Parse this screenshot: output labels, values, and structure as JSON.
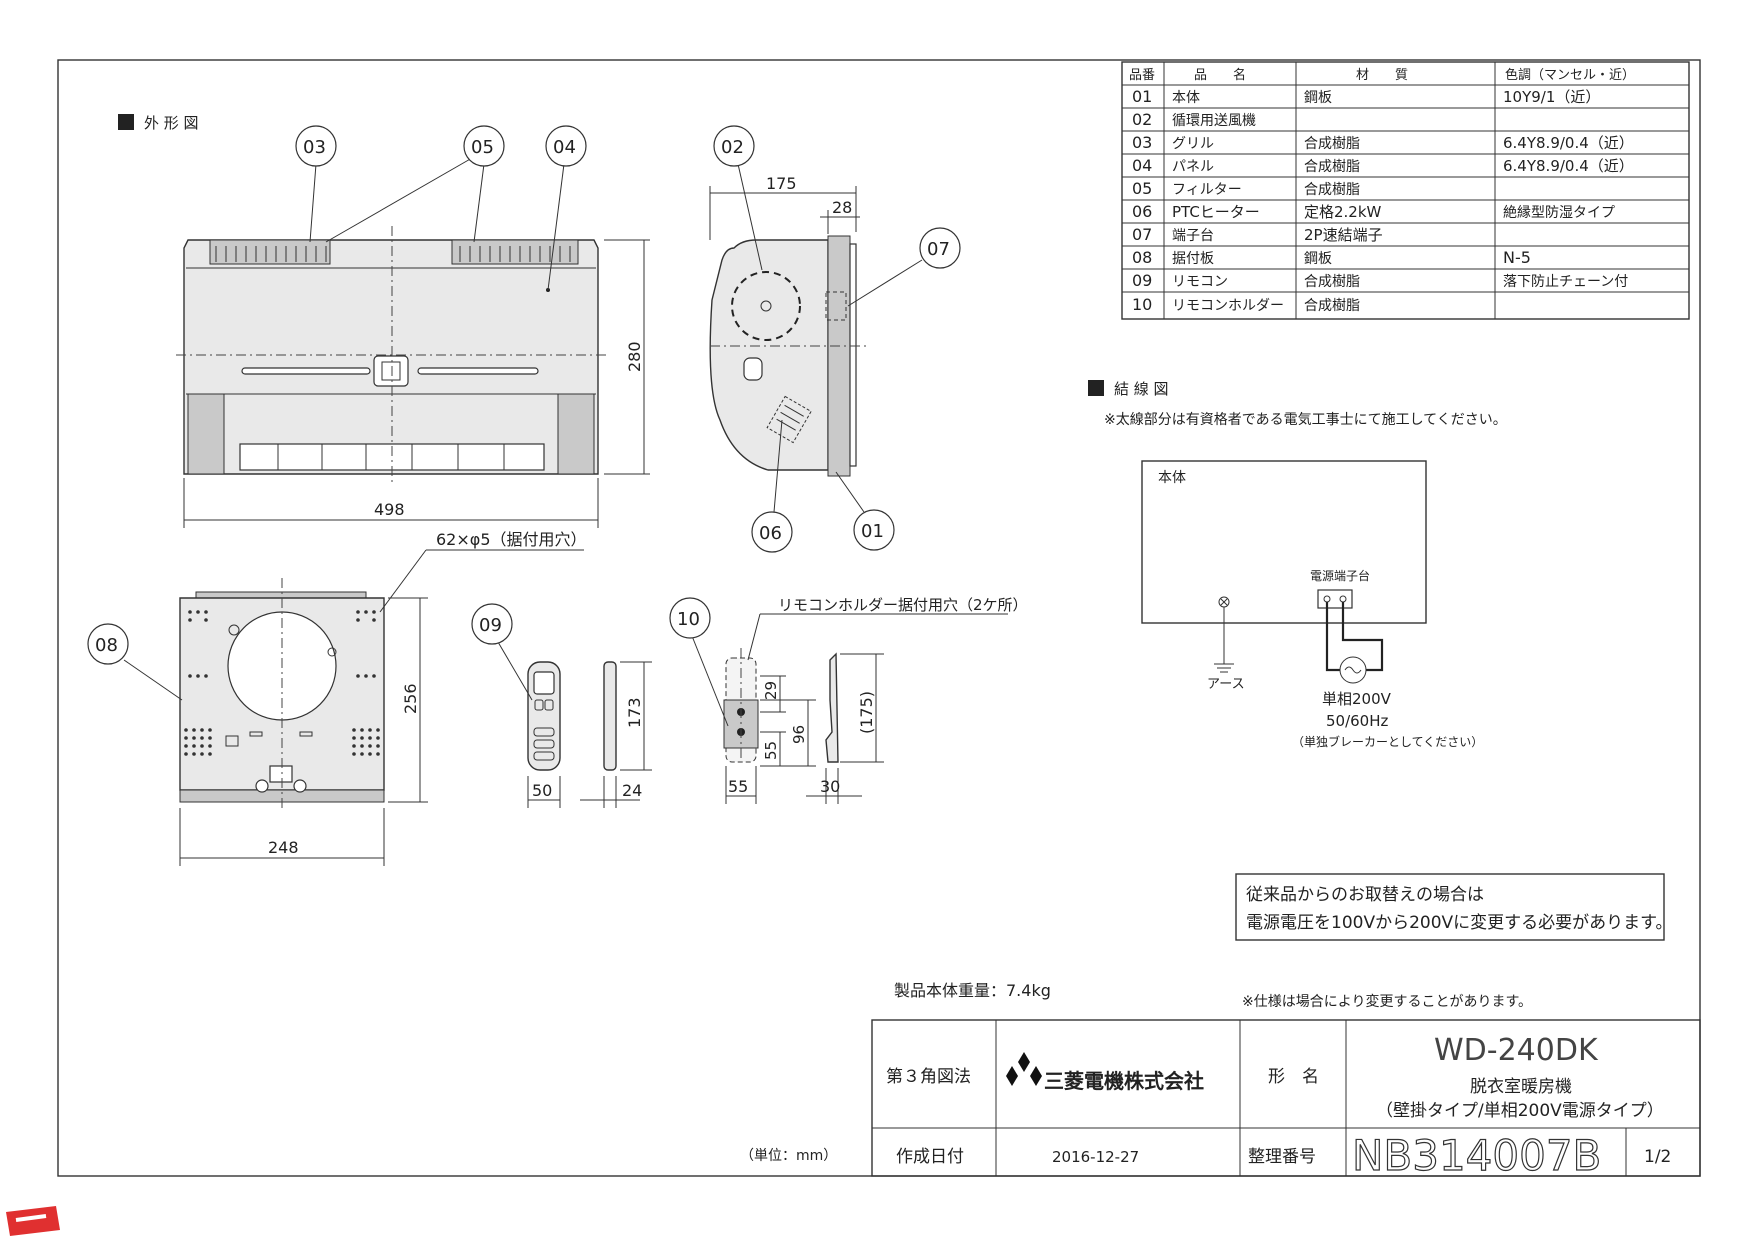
{
  "sections": {
    "outline_title": "外 形 図",
    "wiring_title": "結 線 図",
    "wiring_note": "※太線部分は有資格者である電気工事士にて施工してください。"
  },
  "parts_table": {
    "headers": [
      "品番",
      "品　　名",
      "材　　質",
      "色調（マンセル・近）"
    ],
    "rows": [
      [
        "01",
        "本体",
        "鋼板",
        "10Y9/1（近）"
      ],
      [
        "02",
        "循環用送風機",
        "",
        ""
      ],
      [
        "03",
        "グリル",
        "合成樹脂",
        "6.4Y8.9/0.4（近）"
      ],
      [
        "04",
        "パネル",
        "合成樹脂",
        "6.4Y8.9/0.4（近）"
      ],
      [
        "05",
        "フィルター",
        "合成樹脂",
        ""
      ],
      [
        "06",
        "PTCヒーター",
        "定格2.2kW",
        "絶縁型防湿タイプ"
      ],
      [
        "07",
        "端子台",
        "2P速結端子",
        ""
      ],
      [
        "08",
        "据付板",
        "鋼板",
        "N-5"
      ],
      [
        "09",
        "リモコン",
        "合成樹脂",
        "落下防止チェーン付"
      ],
      [
        "10",
        "リモコンホルダー",
        "合成樹脂",
        ""
      ]
    ]
  },
  "callouts": {
    "c01": "01",
    "c02": "02",
    "c03": "03",
    "c04": "04",
    "c05": "05",
    "c06": "06",
    "c07": "07",
    "c08": "08",
    "c09": "09",
    "c10": "10"
  },
  "dimensions": {
    "front_width": "498",
    "front_height": "280",
    "side_depth": "175",
    "side_plate": "28",
    "mount_holes": "62×φ5（据付用穴）",
    "plate_height": "256",
    "plate_width": "248",
    "remote_height": "173",
    "remote_width": "50",
    "remote_depth": "24",
    "holder_note": "リモコンホルダー据付用穴（2ケ所）",
    "holder_29": "29",
    "holder_96": "96",
    "holder_55v": "55",
    "holder_55": "55",
    "holder_175": "(175)",
    "holder_30": "30"
  },
  "wiring": {
    "body_label": "本体",
    "terminal_label": "電源端子台",
    "earth_label": "アース",
    "supply_line1": "単相200V",
    "supply_line2": "50/60Hz",
    "supply_line3": "（単独ブレーカーとしてください）"
  },
  "notice": {
    "line1": "従来品からのお取替えの場合は",
    "line2": "電源電圧を100Vから200Vに変更する必要があります。"
  },
  "weight": "製品本体重量：7.4kg",
  "spec_note": "※仕様は場合により変更することがあります。",
  "units": "（単位：mm）",
  "title_block": {
    "projection": "第３角図法",
    "company": "三菱電機株式会社",
    "model_label": "形　名",
    "model": "WD-240DK",
    "product_name": "脱衣室暖房機",
    "product_type": "（壁掛タイプ/単相200V電源タイプ）",
    "date_label": "作成日付",
    "date": "2016-12-27",
    "number_label": "整理番号",
    "number": "NB314007B",
    "page": "1/2"
  },
  "colors": {
    "line": "#333333",
    "logo_red": "#e03030"
  },
  "icons": {
    "logo": "mitsubishi-three-diamonds-icon",
    "corner": "red-corner-badge-icon"
  }
}
